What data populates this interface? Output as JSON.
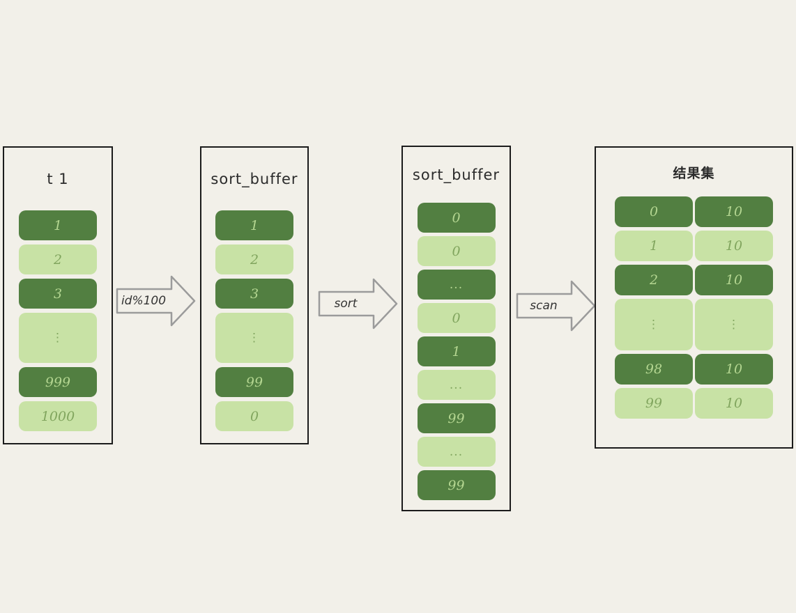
{
  "colors": {
    "background": "#f2f0e9",
    "panel_border": "#1b1b1b",
    "dark_cell": "#527f41",
    "light_cell": "#c8e2a5",
    "dark_cell_text": "#b4d691",
    "light_cell_text": "#81a55e",
    "arrow_stroke": "#9b9b9b",
    "arrow_text": "#333333"
  },
  "panels": [
    {
      "title": "t 1",
      "cells": [
        {
          "v": "1",
          "tone": "dark"
        },
        {
          "v": "2",
          "tone": "light"
        },
        {
          "v": "3",
          "tone": "dark"
        },
        {
          "v": "⋮",
          "tone": "light",
          "tall": true,
          "dots": true
        },
        {
          "v": "999",
          "tone": "dark"
        },
        {
          "v": "1000",
          "tone": "light"
        }
      ]
    },
    {
      "title": "sort_buffer",
      "cells": [
        {
          "v": "1",
          "tone": "dark"
        },
        {
          "v": "2",
          "tone": "light"
        },
        {
          "v": "3",
          "tone": "dark"
        },
        {
          "v": "⋮",
          "tone": "light",
          "tall": true,
          "dots": true
        },
        {
          "v": "99",
          "tone": "dark"
        },
        {
          "v": "0",
          "tone": "light"
        }
      ]
    },
    {
      "title": "sort_buffer",
      "cells": [
        {
          "v": "0",
          "tone": "dark"
        },
        {
          "v": "0",
          "tone": "light"
        },
        {
          "v": "...",
          "tone": "dark",
          "dots": true
        },
        {
          "v": "0",
          "tone": "light"
        },
        {
          "v": "1",
          "tone": "dark"
        },
        {
          "v": "...",
          "tone": "light",
          "dots": true
        },
        {
          "v": "99",
          "tone": "dark"
        },
        {
          "v": "...",
          "tone": "light",
          "dots": true
        },
        {
          "v": "99",
          "tone": "dark"
        }
      ]
    },
    {
      "title": "结果集",
      "cells": [
        {
          "v": "0",
          "v2": "10",
          "tone": "dark"
        },
        {
          "v": "1",
          "v2": "10",
          "tone": "light"
        },
        {
          "v": "2",
          "v2": "10",
          "tone": "dark"
        },
        {
          "v": "⋮",
          "v2": "⋮",
          "tone": "light",
          "tall": true,
          "dots": true
        },
        {
          "v": "98",
          "v2": "10",
          "tone": "dark"
        },
        {
          "v": "99",
          "v2": "10",
          "tone": "light"
        }
      ]
    }
  ],
  "arrows": [
    {
      "label": "id%100"
    },
    {
      "label": "sort"
    },
    {
      "label": "scan"
    }
  ]
}
